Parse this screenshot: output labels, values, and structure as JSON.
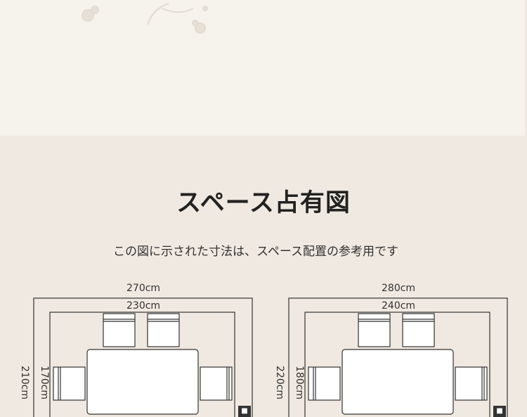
{
  "title": "スペース占有図",
  "subtitle": "この図に示された寸法は、スペース配置の参考用です",
  "colors": {
    "background_top": "#f6f2ec",
    "background_bottom": "#f0e9e1",
    "line": "#333333",
    "chair_accent": "#8c6a3e"
  },
  "diagrams": [
    {
      "outer_width_label": "270cm",
      "inner_width_label": "230cm",
      "outer_depth_label": "210cm",
      "inner_depth_label": "170cm",
      "badge_icon": "door-icon"
    },
    {
      "outer_width_label": "280cm",
      "inner_width_label": "240cm",
      "outer_depth_label": "220cm",
      "inner_depth_label": "180cm",
      "badge_icon": "door-icon"
    }
  ]
}
